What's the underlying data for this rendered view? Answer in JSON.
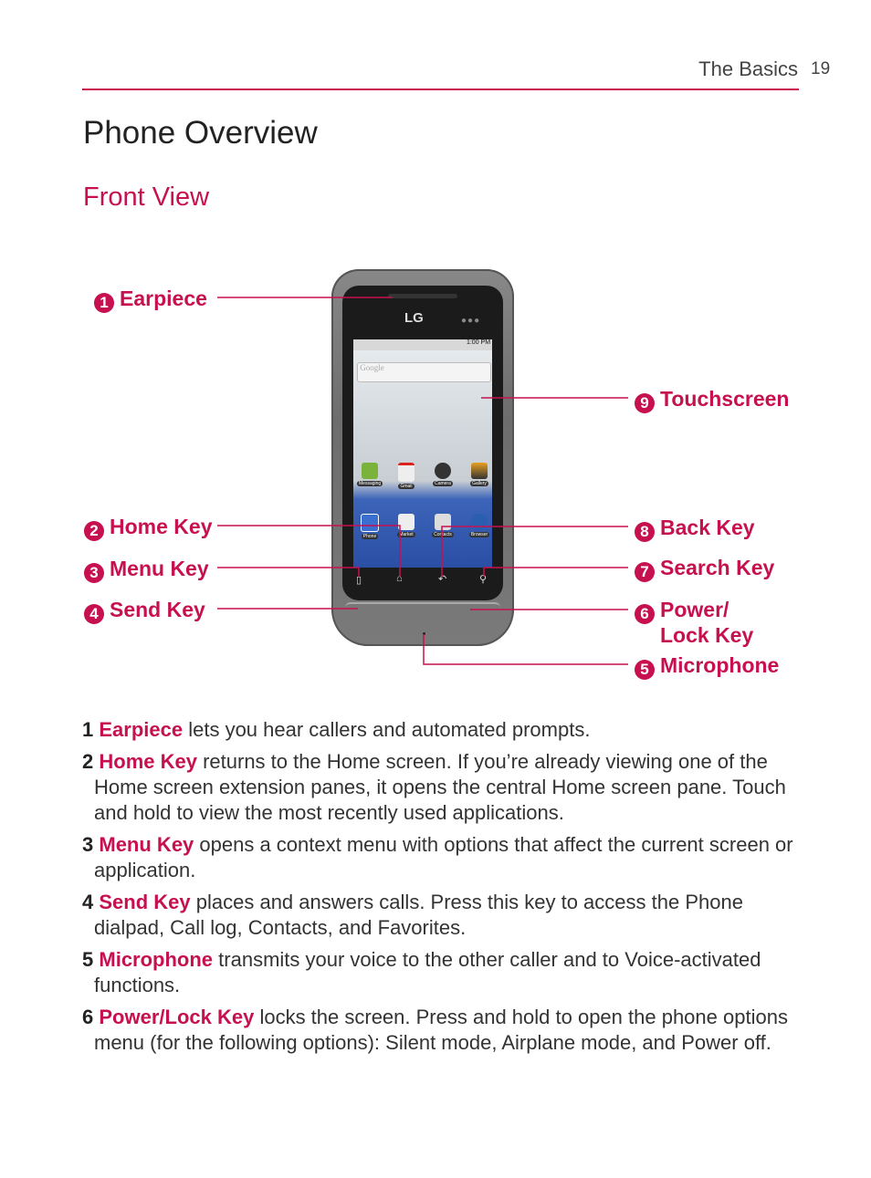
{
  "header": {
    "section": "The Basics",
    "page": "19"
  },
  "title": "Phone Overview",
  "subtitle": "Front View",
  "accent": "#c7104f",
  "phone": {
    "brand": "LG",
    "status_time": "1:00 PM",
    "search_placeholder": "Google",
    "apps_row1": [
      "Messaging",
      "Gmail",
      "Camera",
      "Gallery"
    ],
    "apps_row2": [
      "Phone",
      "Market",
      "Contacts",
      "Browser"
    ]
  },
  "callouts": [
    {
      "n": "1",
      "label": "Earpiece"
    },
    {
      "n": "2",
      "label": "Home Key"
    },
    {
      "n": "3",
      "label": "Menu Key"
    },
    {
      "n": "4",
      "label": "Send Key"
    },
    {
      "n": "5",
      "label": "Microphone"
    },
    {
      "n": "6",
      "label": "Power/ Lock Key"
    },
    {
      "n": "7",
      "label": "Search Key"
    },
    {
      "n": "8",
      "label": "Back Key"
    },
    {
      "n": "9",
      "label": "Touchscreen"
    }
  ],
  "descriptions": [
    {
      "n": "1",
      "term": "Earpiece",
      "text": " lets you hear callers and automated prompts."
    },
    {
      "n": "2",
      "term": "Home Key",
      "text": " returns to the Home screen. If you’re already viewing one of the Home screen extension panes, it opens the central Home screen pane. Touch and hold to view the most recently used applications."
    },
    {
      "n": "3",
      "term": "Menu Key",
      "text": " opens a context menu with options that affect the current screen or application."
    },
    {
      "n": "4",
      "term": "Send Key",
      "text": " places and answers calls. Press this key to access the Phone dialpad, Call log, Contacts, and Favorites."
    },
    {
      "n": "5",
      "term": "Microphone",
      "text": " transmits your voice to the other caller and to Voice-activated functions."
    },
    {
      "n": "6",
      "term": "Power/Lock Key",
      "text": " locks the screen. Press and hold to open the phone options menu (for the following options): Silent mode, Airplane mode, and Power off."
    }
  ]
}
